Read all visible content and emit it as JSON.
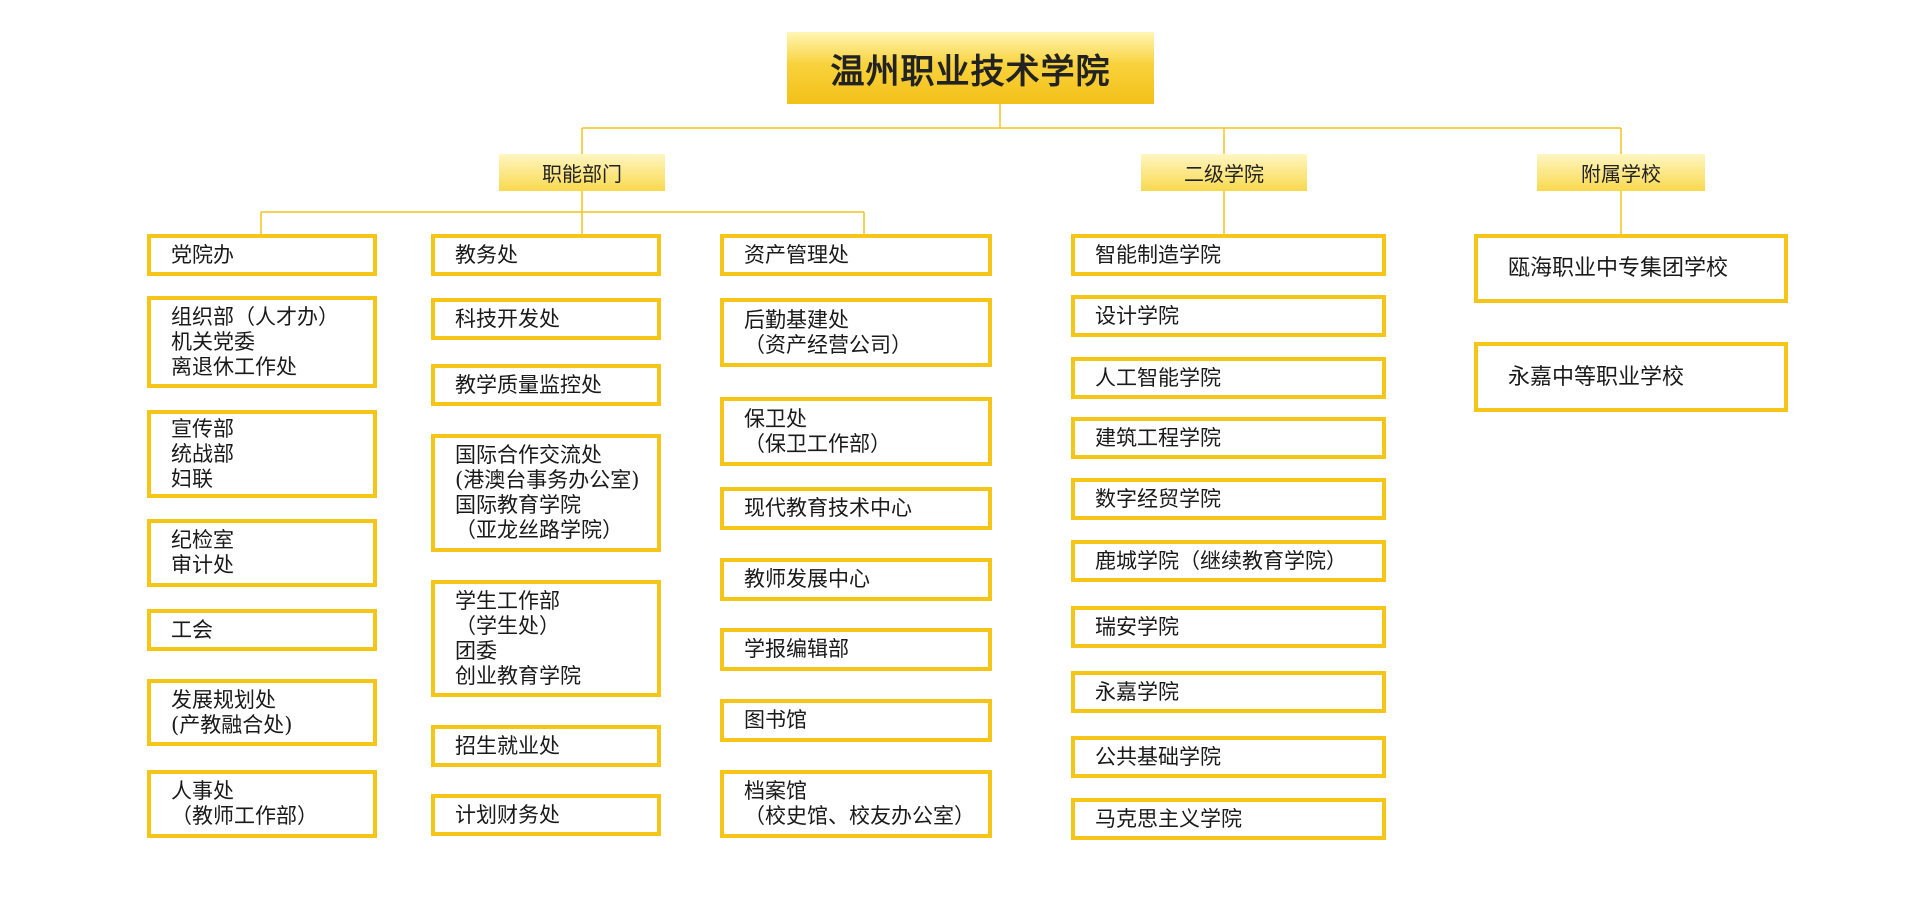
{
  "root": "温州职业技术学院",
  "categories": {
    "functional": "职能部门",
    "secondary": "二级学院",
    "affiliated": "附属学校"
  },
  "functional_col1": [
    "党院办",
    "组织部（人才办）\n机关党委\n离退休工作处",
    "宣传部\n统战部\n妇联",
    "纪检室\n审计处",
    "工会",
    "发展规划处\n(产教融合处)",
    "人事处\n（教师工作部）"
  ],
  "functional_col2": [
    "教务处",
    "科技开发处",
    "教学质量监控处",
    "国际合作交流处\n(港澳台事务办公室)\n国际教育学院\n（亚龙丝路学院）",
    "学生工作部\n（学生处）\n团委\n创业教育学院",
    "招生就业处",
    "计划财务处"
  ],
  "functional_col3": [
    "资产管理处",
    "后勤基建处\n（资产经营公司）",
    "保卫处\n（保卫工作部）",
    "现代教育技术中心",
    "教师发展中心",
    "学报编辑部",
    "图书馆",
    "档案馆\n（校史馆、校友办公室）"
  ],
  "secondary_colleges": [
    "智能制造学院",
    "设计学院",
    "人工智能学院",
    "建筑工程学院",
    "数字经贸学院",
    "鹿城学院（继续教育学院）",
    "瑞安学院",
    "永嘉学院",
    "公共基础学院",
    "马克思主义学院"
  ],
  "affiliated_schools": [
    "瓯海职业中专集团学校",
    "永嘉中等职业学校"
  ],
  "colors": {
    "border": "#f5c518",
    "line": "#f2c21f",
    "header_gradient_top": "#fff6b5",
    "header_gradient_bottom": "#f3c019"
  }
}
